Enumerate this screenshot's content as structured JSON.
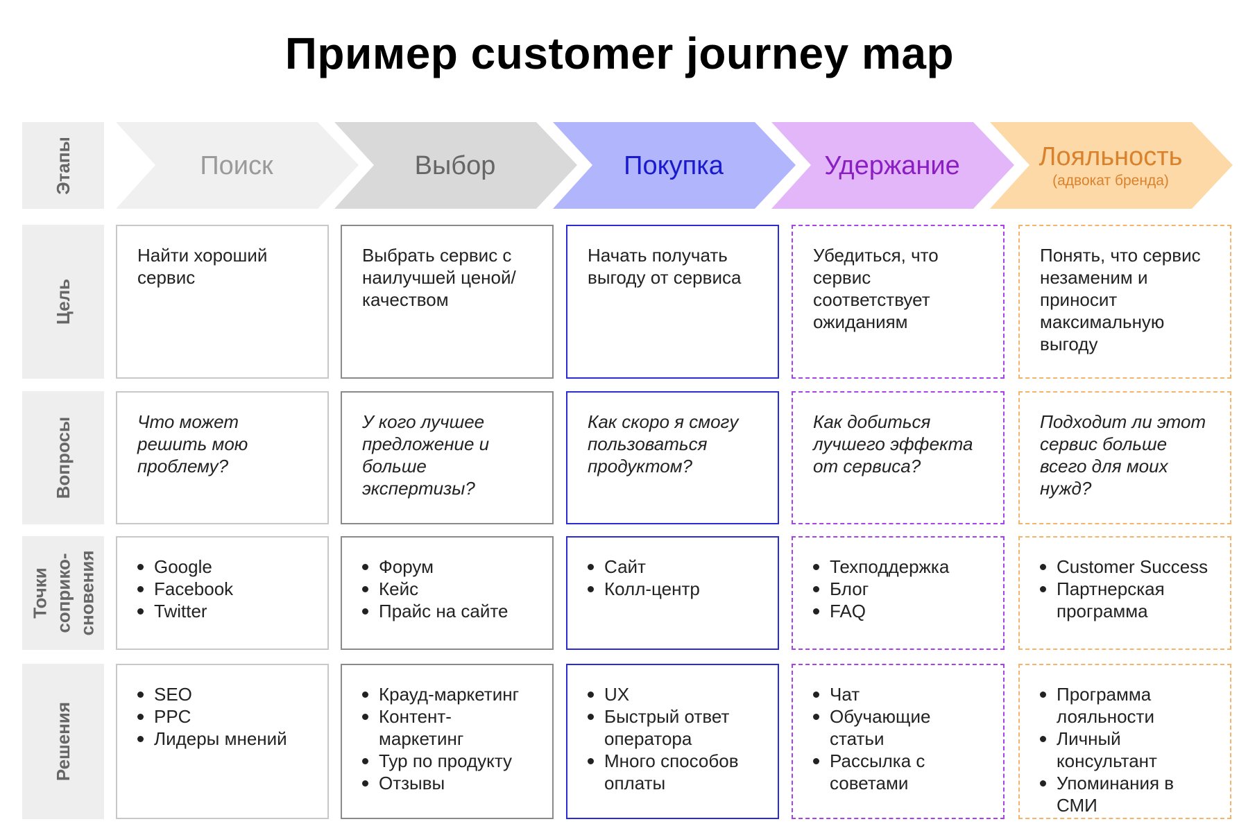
{
  "title": "Пример customer journey map",
  "row_labels": {
    "stages": "Этапы",
    "goal": "Цель",
    "questions": "Вопросы",
    "touchpoints": "Точки\nсоприко-\nсновения",
    "solutions": "Решения"
  },
  "stages": [
    {
      "name": "Поиск",
      "color": "#f0f0f0",
      "text_color": "#9a9a9a"
    },
    {
      "name": "Выбор",
      "color": "#d9d9d9",
      "text_color": "#666666"
    },
    {
      "name": "Покупка",
      "color": "#b1b5fb",
      "text_color": "#1a1acc"
    },
    {
      "name": "Удержание",
      "color": "#e2b6f8",
      "text_color": "#8b1ec2"
    },
    {
      "name": "Лояльность",
      "subtitle": "(адвокат бренда)",
      "color": "#fed9a8",
      "text_color": "#d9822e"
    }
  ],
  "goals": [
    "Найти хороший сервис",
    "Выбрать сервис с наилучшей ценой/качеством",
    "Начать получать выгоду от сервиса",
    "Убедиться, что сервис соответствует ожиданиям",
    "Понять, что сервис незаменим и приносит максимальную выгоду"
  ],
  "questions": [
    "Что может решить мою проблему?",
    "У кого лучшее предложение и больше экспертизы?",
    "Как скоро я смогу пользоваться продуктом?",
    "Как добиться лучшего эффекта от сервиса?",
    "Подходит ли этот сервис больше всего для моих нужд?"
  ],
  "touchpoints": [
    [
      "Google",
      "Facebook",
      "Twitter"
    ],
    [
      "Форум",
      "Кейс",
      "Прайс на сайте"
    ],
    [
      "Сайт",
      "Колл-центр"
    ],
    [
      "Техподдержка",
      "Блог",
      "FAQ"
    ],
    [
      "Customer Success",
      "Партнерская программа"
    ]
  ],
  "solutions": [
    [
      "SEO",
      "PPC",
      "Лидеры мнений"
    ],
    [
      "Крауд-маркетинг",
      "Контент-маркетинг",
      "Тур по продукту",
      "Отзывы"
    ],
    [
      "UX",
      "Быстрый ответ оператора",
      "Много способов оплаты"
    ],
    [
      "Чат",
      "Обучающие статьи",
      "Рассылка с советами"
    ],
    [
      "Программа лояльности",
      "Личный консультант",
      "Упоминания в СМИ"
    ]
  ]
}
